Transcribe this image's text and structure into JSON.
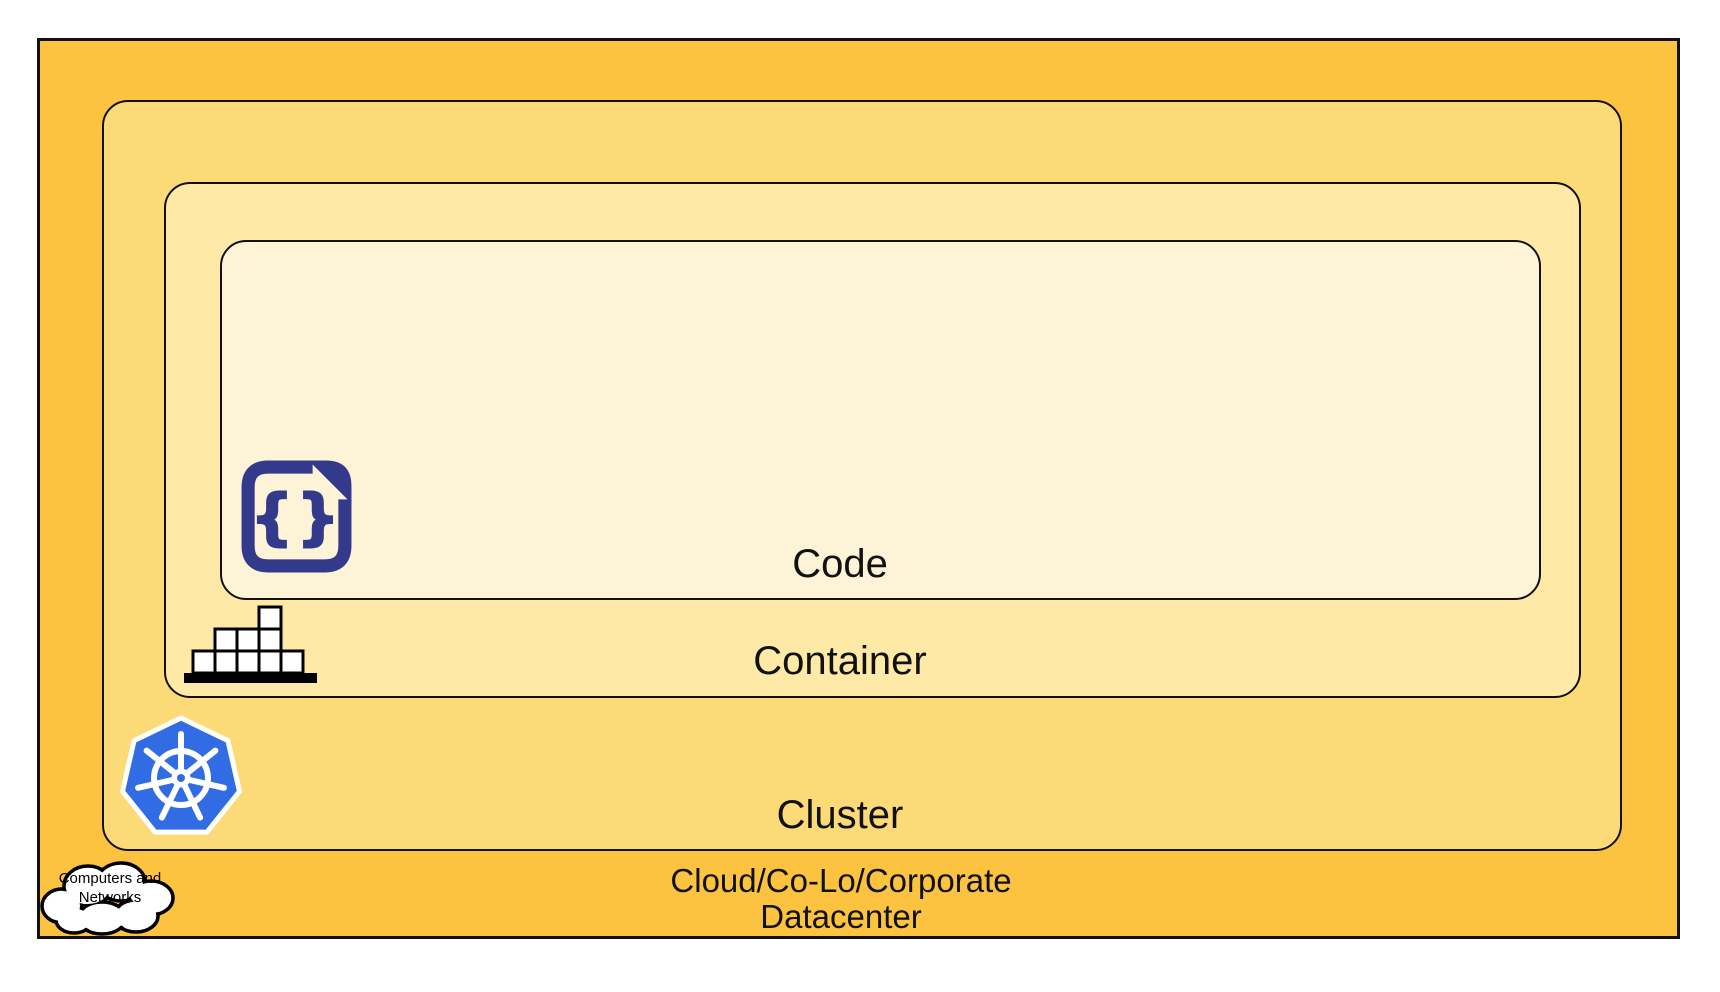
{
  "layers": {
    "code": {
      "label": "Code",
      "fill": "#FDF3D6"
    },
    "container": {
      "label": "Container",
      "fill": "#FEE9A6"
    },
    "cluster": {
      "label": "Cluster",
      "fill": "#FDDA78"
    },
    "datacenter": {
      "label_line1": "Cloud/Co-Lo/Corporate",
      "label_line2": "Datacenter",
      "fill": "#FBC340"
    }
  },
  "cloud_callout": {
    "line1": "Computers and",
    "line2": "Networks",
    "fill": "#FFFFFF",
    "outline": "#000000"
  },
  "icons": {
    "code_file": {
      "name": "code-file-icon",
      "glyph": "{}",
      "color": "#333A8C"
    },
    "container_bricks": {
      "name": "container-bricks-icon",
      "brick_fill": "#FFFFFF",
      "outline": "#000000"
    },
    "kubernetes": {
      "name": "kubernetes-icon",
      "heptagon_fill": "#326CE5",
      "wheel_color": "#FFFFFF"
    }
  },
  "border_color": "#111111"
}
